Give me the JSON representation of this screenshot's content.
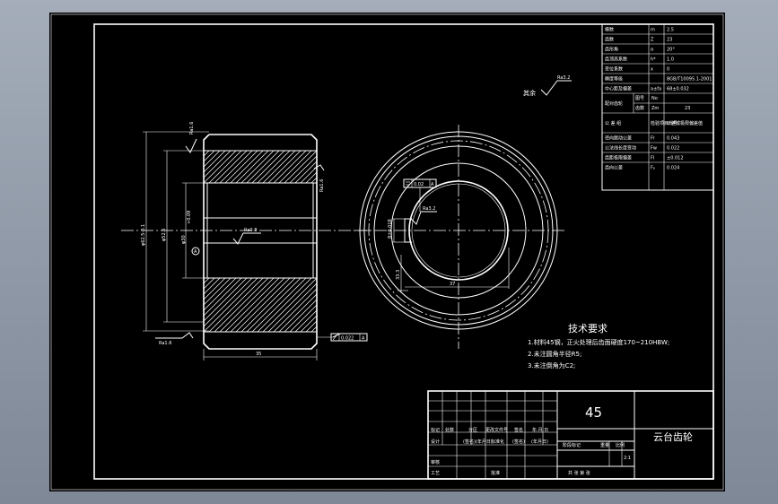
{
  "gear_table": {
    "rows": [
      {
        "label": "模数",
        "sym": "m",
        "val": "2.5"
      },
      {
        "label": "齿数",
        "sym": "Z",
        "val": "23"
      },
      {
        "label": "齿形角",
        "sym": "α",
        "val": "20°"
      },
      {
        "label": "齿顶高系数",
        "sym": "h*",
        "val": "1.0"
      },
      {
        "label": "变位系数",
        "sym": "x",
        "val": "0"
      },
      {
        "label": "精度等级",
        "sym": "",
        "val": "8GB/T10095.1-2001"
      },
      {
        "label": "中心距及偏差",
        "sym": "a±fa",
        "val": "68±0.032"
      },
      {
        "label": "配对齿轮",
        "sub1": "图号",
        "sym1": "No",
        "val1": "",
        "sub2": "齿数",
        "sym2": "Zm",
        "val2": "23"
      },
      {
        "label": "公 差 组",
        "sym": "检验项目代号",
        "val": "公差或极限偏差值"
      },
      {
        "label": "径向跳动公差",
        "sym": "Fr",
        "val": "0.043"
      },
      {
        "label": "公法线长度变动",
        "sym": "Fw",
        "val": "0.022"
      },
      {
        "label": "齿距极限偏差",
        "sym": "Fl",
        "val": "±0.012"
      },
      {
        "label": "齿向公差",
        "sym": "Fᵦ",
        "val": "0.024"
      }
    ]
  },
  "annotations": {
    "rest_roughness": "其余",
    "rough_ra32": "Ra3.2",
    "rough_ra16": "Ra1.6",
    "rough_ra08": "Ra0.8",
    "dim_35": "35",
    "dia_outer": "φ62.5-0.1",
    "dia_root": "φ52.5",
    "dia_bore": "φ30",
    "bore_tol": "+0.09",
    "datum": "A",
    "flatness": "0.02",
    "runout": "0.022",
    "keyway_width": "8±0.018",
    "keyway_depth": "33.3",
    "keyway_right": "37"
  },
  "notes": {
    "heading": "技术要求",
    "items": [
      "1.材料45钢，正火处理后齿面硬度170~210HBW;",
      "2.未注圆角半径R5;",
      "3.未注倒角为C2;"
    ]
  },
  "title_block": {
    "material": "45",
    "part_name": "云台齿轮",
    "header_labels": [
      "标记",
      "处数",
      "分区",
      "更改文件号",
      "签名",
      "年.月.日"
    ],
    "row2_labels": [
      "设计",
      "",
      "(签名)(年月日)",
      "标准化",
      "(签名)",
      "(年月日)"
    ],
    "stage_labels": [
      "阶段标记",
      "重量",
      "比例"
    ],
    "scale": "2:1",
    "review_label": "审核",
    "process_label": "工艺",
    "approve_label": "批准",
    "sheets": "共 张  第 张"
  }
}
